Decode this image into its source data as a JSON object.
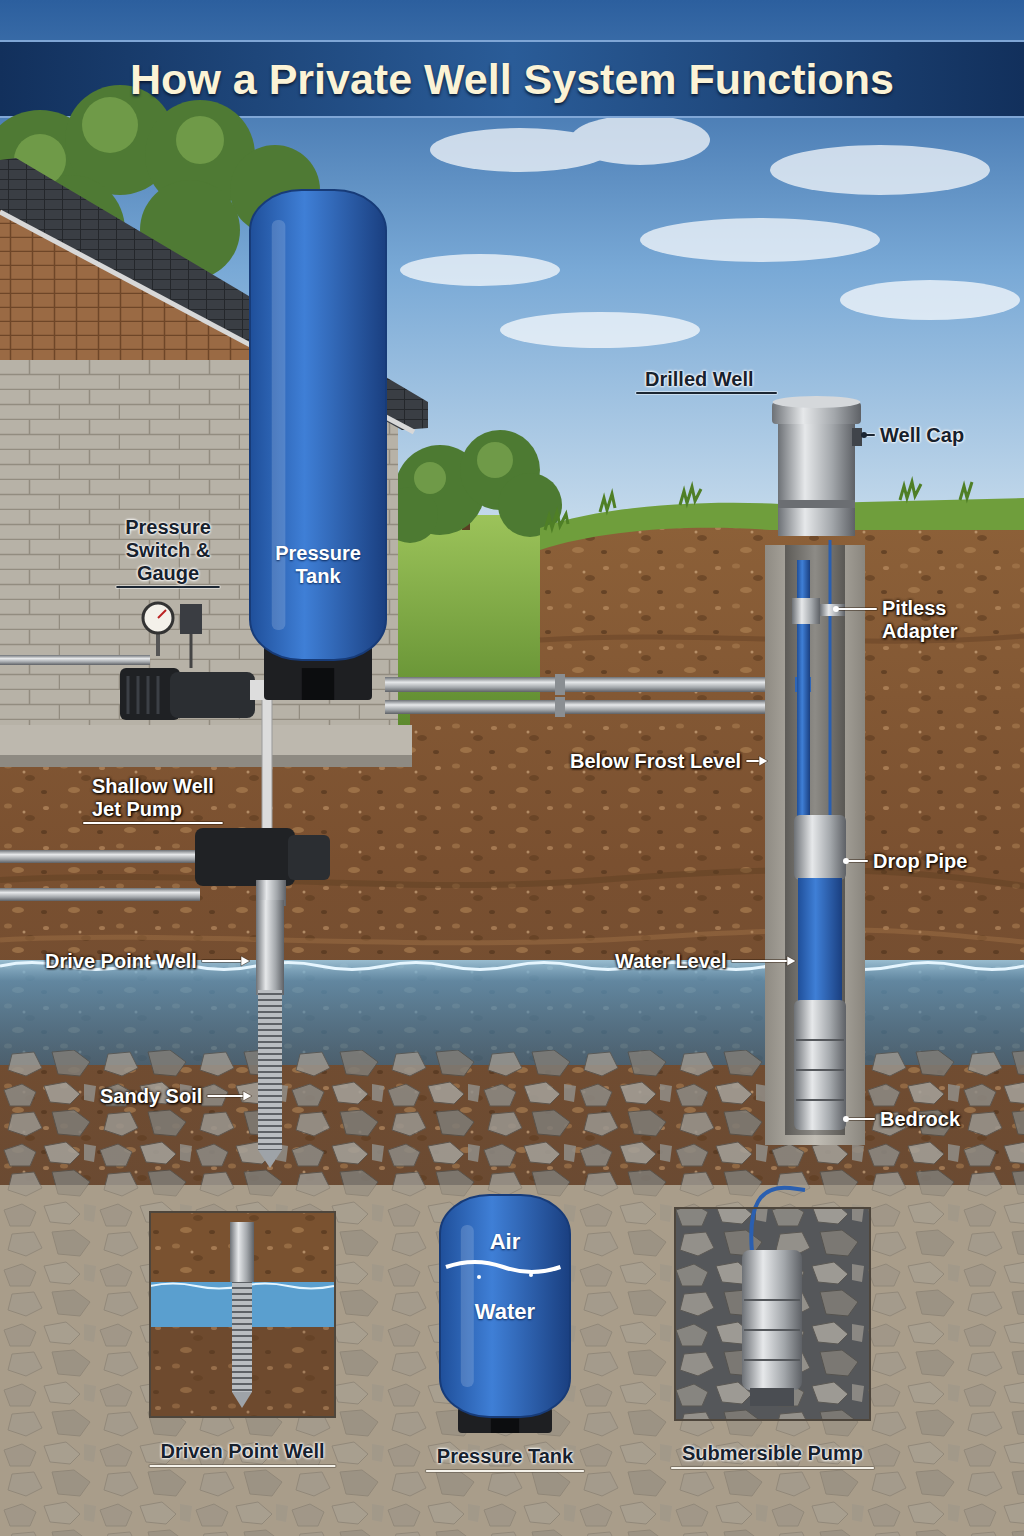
{
  "diagram": {
    "title": "How a Private Well System Functions",
    "nodes": [
      {
        "text": [
          "Pressure Tank"
        ]
      },
      {
        "text": [
          "Driven Point Well"
        ]
      },
      {
        "text": [
          "Air",
          "Water",
          "Pressure Tank"
        ]
      },
      {
        "text": [
          "Submersible Pump"
        ]
      }
    ],
    "labels": [
      "Pressure Switch & Gauge",
      "Shallow Well Jet Pump",
      "Drive Point Well",
      "Sandy Soil",
      "Drilled Well",
      "Well Cap",
      "Pitless Adapter",
      "Below Frost Level",
      "Drop Pipe",
      "Water Level",
      "Bedrock"
    ]
  }
}
